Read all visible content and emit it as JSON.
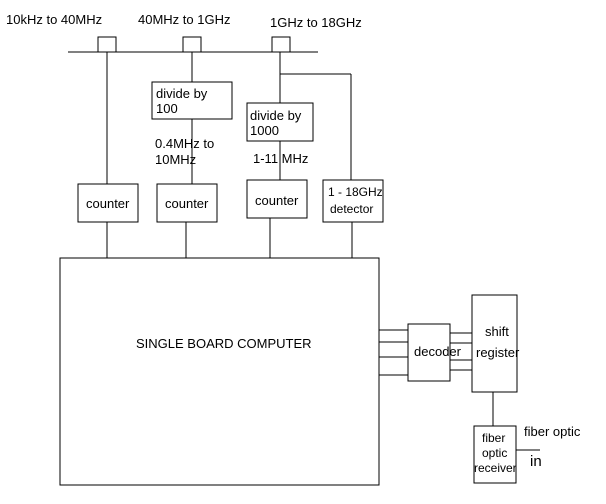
{
  "bands": {
    "band1": "10kHz  to 40MHz",
    "band2": "40MHz to 1GHz",
    "band3": "1GHz to 18GHz"
  },
  "dividers": {
    "div100_line1": "divide by",
    "div100_line2": "100",
    "div1000_line1": "divide by",
    "div1000_line2": "1000"
  },
  "freq_labels": {
    "mid_line1": "0.4MHz to",
    "mid_line2": "10MHz",
    "right": "1-11 MHz"
  },
  "counters": {
    "c1": "counter",
    "c2": "counter",
    "c3": "counter"
  },
  "detector": {
    "line1": "1 - 18GHz",
    "line2": "detector"
  },
  "computer": {
    "label": "SINGLE BOARD COMPUTER"
  },
  "decoder": {
    "label": "decoder"
  },
  "shift_register": {
    "line1": "shift",
    "line2": "register"
  },
  "fiber_receiver": {
    "line1": "fiber",
    "line2": "optic",
    "line3": "receiver"
  },
  "fiber_in": {
    "line1": "fiber optic",
    "line2": "in"
  }
}
